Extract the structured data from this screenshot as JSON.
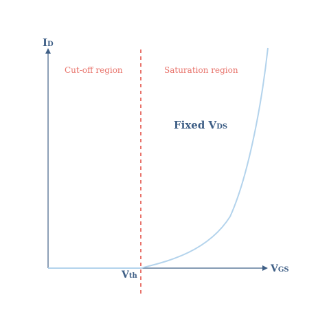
{
  "diagram": {
    "y_axis_label": {
      "main": "I",
      "sub": "D"
    },
    "x_axis_label": {
      "main": "V",
      "sub": "GS"
    },
    "threshold_label": {
      "main": "V",
      "sub": "th"
    },
    "region_left": "Cut-off region",
    "region_right": "Saturation region",
    "curve_label": {
      "main": "Fixed V",
      "sub": "DS"
    }
  },
  "colors": {
    "axis": "#3f5f86",
    "threshold_line": "#e8736b",
    "curve": "#b3d3ec",
    "region_text": "#e8736b"
  }
}
